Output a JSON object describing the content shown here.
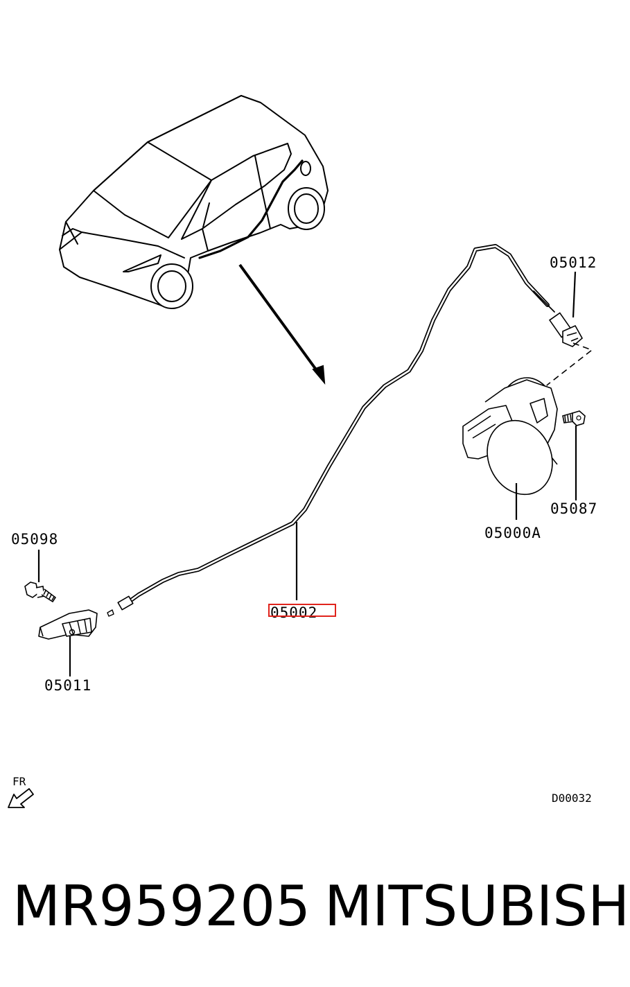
{
  "callouts": {
    "c05012": "05012",
    "c05087": "05087",
    "c05000A": "05000A",
    "c05098": "05098",
    "c05011": "05011",
    "c05002": "05002"
  },
  "highlight_color": "#e0231c",
  "orientation_label": "FR",
  "diagram_code": "D00032",
  "caption": {
    "part_number": "MR959205",
    "brand": "MITSUBISHI"
  }
}
